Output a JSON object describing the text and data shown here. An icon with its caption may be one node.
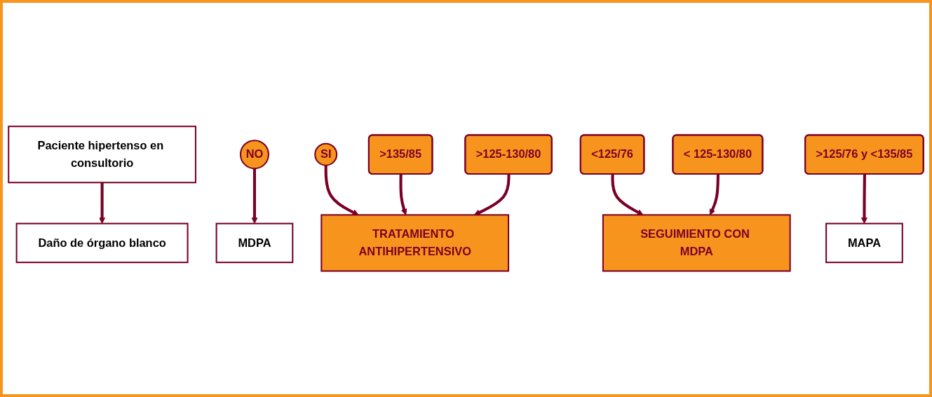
{
  "diagram": {
    "nodes": [
      {
        "text": [
          "Paciente hipertenso en consultorio"
        ]
      },
      {
        "text": [
          "Daño de órgano blanco"
        ]
      },
      {
        "text": [
          "SEGUIMIENTO CON MDPA"
        ]
      },
      {
        "text": [
          "NO"
        ]
      },
      {
        "text": [
          "SI"
        ]
      },
      {
        "text": [
          "TRATAMIENTO ANTIHIPERTENSIVO"
        ]
      },
      {
        "text": [
          "MDPA"
        ]
      },
      {
        "text": [
          "<125/76"
        ]
      },
      {
        "text": [
          ">125/76 y <135/85"
        ]
      },
      {
        "text": [
          ">135/85"
        ]
      },
      {
        "text": [
          "< 125-130/80"
        ]
      },
      {
        "text": [
          "MAPA"
        ]
      },
      {
        "text": [
          ">125-130/80"
        ]
      }
    ],
    "edges": [
      {
        "from": 0,
        "to": 1,
        "arrow": "to"
      },
      {
        "from": 3,
        "to": 6,
        "arrow": "to"
      },
      {
        "from": 4,
        "to": 5,
        "arrow": "to"
      },
      {
        "from": 7,
        "to": 2,
        "arrow": "to"
      },
      {
        "from": 9,
        "to": 5,
        "arrow": "to"
      },
      {
        "from": 8,
        "to": 11,
        "arrow": "to"
      },
      {
        "from": 10,
        "to": 2,
        "arrow": "to"
      },
      {
        "from": 12,
        "to": 5,
        "arrow": "to"
      }
    ]
  }
}
